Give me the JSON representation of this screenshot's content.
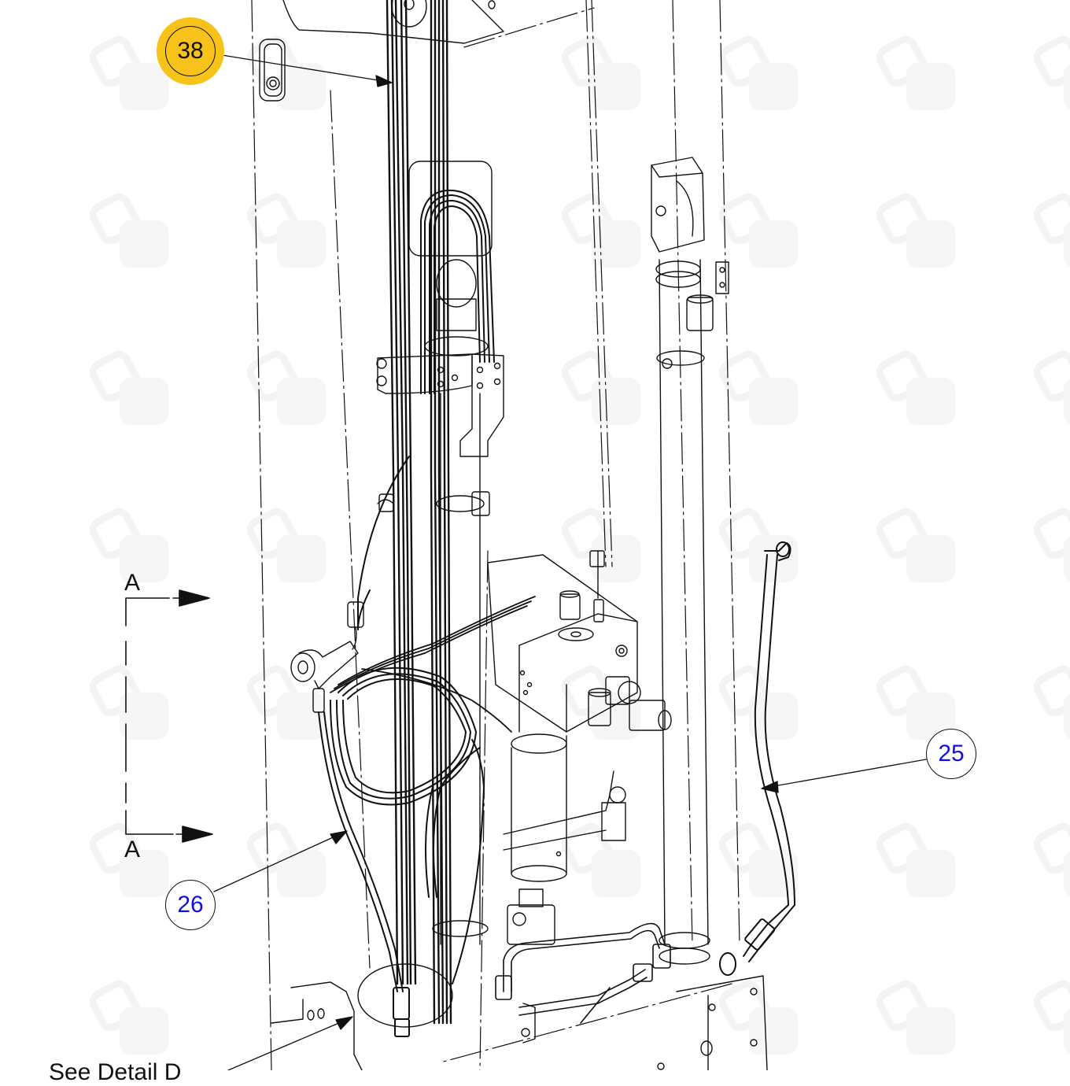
{
  "diagram": {
    "type": "hydraulic-assembly-parts-drawing",
    "colors": {
      "background": "#ffffff",
      "line": "#111111",
      "callout_text": "#1010e0",
      "highlight_balloon": "#f7c31a",
      "watermark": "#f4f4f4"
    },
    "callouts": [
      {
        "id": "38",
        "label": "38",
        "highlighted": true,
        "points_to": "hose bundle on mast"
      },
      {
        "id": "25",
        "label": "25",
        "highlighted": false,
        "points_to": "right hydraulic hose"
      },
      {
        "id": "26",
        "label": "26",
        "highlighted": false,
        "points_to": "left hydraulic hose"
      }
    ],
    "section": {
      "top_label": "A",
      "bottom_label": "A"
    },
    "note": {
      "text": "See Detail D"
    }
  }
}
